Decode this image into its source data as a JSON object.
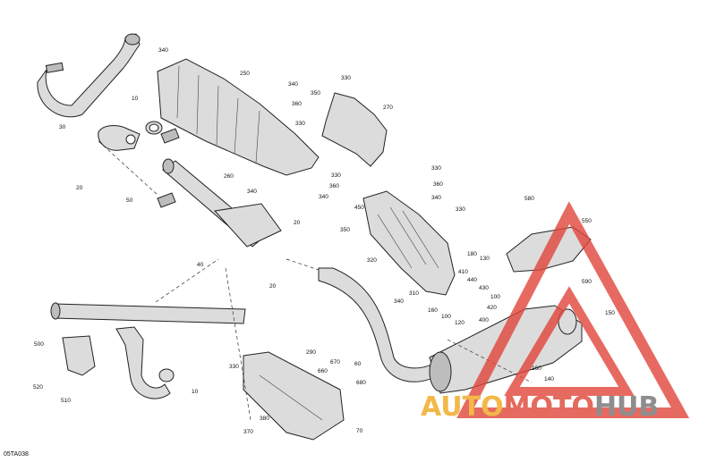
{
  "diagram": {
    "code": "05TA038",
    "callouts": [
      {
        "id": "c30",
        "text": "30"
      },
      {
        "id": "c10a",
        "text": "10"
      },
      {
        "id": "c20a",
        "text": "20"
      },
      {
        "id": "c50",
        "text": "50"
      },
      {
        "id": "c340a",
        "text": "340"
      },
      {
        "id": "c250",
        "text": "250"
      },
      {
        "id": "c340b",
        "text": "340"
      },
      {
        "id": "c350a",
        "text": "350"
      },
      {
        "id": "c360a",
        "text": "360"
      },
      {
        "id": "c330a",
        "text": "330"
      },
      {
        "id": "c330b",
        "text": "330"
      },
      {
        "id": "c270",
        "text": "270"
      },
      {
        "id": "c260",
        "text": "260"
      },
      {
        "id": "c340c",
        "text": "340"
      },
      {
        "id": "c20b",
        "text": "20"
      },
      {
        "id": "c330c",
        "text": "330"
      },
      {
        "id": "c360b",
        "text": "360"
      },
      {
        "id": "c340d",
        "text": "340"
      },
      {
        "id": "c330d",
        "text": "330"
      },
      {
        "id": "c360c",
        "text": "360"
      },
      {
        "id": "c340e",
        "text": "340"
      },
      {
        "id": "c450",
        "text": "450"
      },
      {
        "id": "c350b",
        "text": "350"
      },
      {
        "id": "c320",
        "text": "320"
      },
      {
        "id": "c330e",
        "text": "330"
      },
      {
        "id": "c580",
        "text": "580"
      },
      {
        "id": "c550",
        "text": "550"
      },
      {
        "id": "c40",
        "text": "40"
      },
      {
        "id": "c20c",
        "text": "20"
      },
      {
        "id": "c180",
        "text": "180"
      },
      {
        "id": "c130",
        "text": "130"
      },
      {
        "id": "c410",
        "text": "410"
      },
      {
        "id": "c440",
        "text": "440"
      },
      {
        "id": "c430",
        "text": "430"
      },
      {
        "id": "c310",
        "text": "310"
      },
      {
        "id": "c100",
        "text": "100"
      },
      {
        "id": "c340f",
        "text": "340"
      },
      {
        "id": "c420",
        "text": "420"
      },
      {
        "id": "c590",
        "text": "590"
      },
      {
        "id": "c160a",
        "text": "160"
      },
      {
        "id": "c100b",
        "text": "100"
      },
      {
        "id": "c120",
        "text": "120"
      },
      {
        "id": "c400",
        "text": "400"
      },
      {
        "id": "c150",
        "text": "150"
      },
      {
        "id": "c500",
        "text": "500"
      },
      {
        "id": "c520",
        "text": "520"
      },
      {
        "id": "c510",
        "text": "510"
      },
      {
        "id": "c10b",
        "text": "10"
      },
      {
        "id": "c290",
        "text": "290"
      },
      {
        "id": "c330f",
        "text": "330"
      },
      {
        "id": "c670",
        "text": "670"
      },
      {
        "id": "c660",
        "text": "660"
      },
      {
        "id": "c680",
        "text": "680"
      },
      {
        "id": "c60",
        "text": "60"
      },
      {
        "id": "c160b",
        "text": "160"
      },
      {
        "id": "c140",
        "text": "140"
      },
      {
        "id": "c380",
        "text": "380"
      },
      {
        "id": "c370",
        "text": "370"
      },
      {
        "id": "c70",
        "text": "70"
      }
    ]
  },
  "watermark": {
    "auto": "AUTO",
    "moto": "MOTO",
    "hub": "HUB",
    "colors": {
      "red": "#e0463a",
      "orange": "#f2b84a",
      "grey": "#8e8e8e"
    }
  }
}
